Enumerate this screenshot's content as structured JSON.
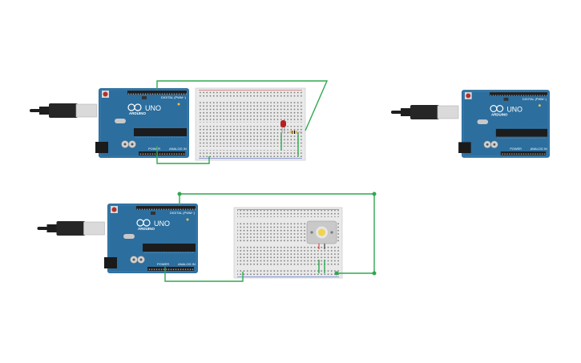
{
  "canvas": {
    "background": "#ffffff"
  },
  "board": {
    "model_label": "UNO",
    "brand_label": "ARDUINO",
    "digital_label": "DIGITAL (PWM~)",
    "analog_label": "ANALOG IN",
    "power_label": "POWER",
    "color": "#2c6e9e"
  },
  "components": {
    "arduino_count": 3,
    "breadboard_count": 2,
    "led_color": "#b22222",
    "motor_color": "#c9c9c9",
    "wire_color": "#2fa84f"
  },
  "icons": {
    "usb_cable": "usb-cable-icon",
    "led": "led-icon",
    "resistor": "resistor-icon",
    "dc_motor": "dc-motor-icon",
    "wire_node": "wire-node-icon"
  }
}
